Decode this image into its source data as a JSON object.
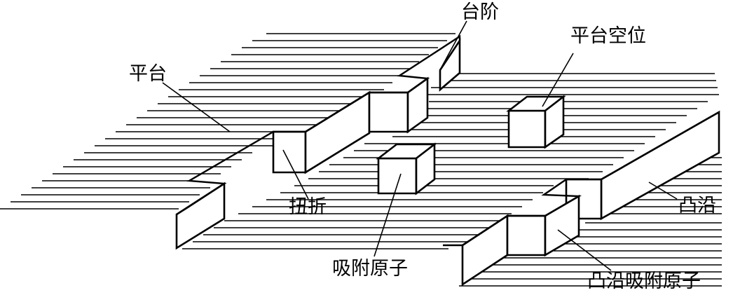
{
  "diagram": {
    "labels": {
      "step": "台阶",
      "terrace": "平台",
      "terrace_vacancy": "平台空位",
      "kink": "扭折",
      "adatom": "吸附原子",
      "ledge": "凸沿",
      "ledge_adatom": "凸沿吸附原子"
    }
  }
}
